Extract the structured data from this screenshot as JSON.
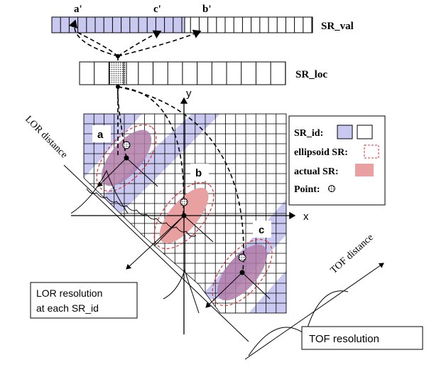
{
  "labels": {
    "a_prime": "a'",
    "c_prime": "c'",
    "b_prime": "b'",
    "sr_val": "SR_val",
    "sr_loc": "SR_loc",
    "axis_x": "x",
    "axis_y": "y",
    "point_a": "a",
    "point_b": "b",
    "point_c": "c",
    "lor_distance": "LOR distance",
    "tof_distance": "TOF distance",
    "lor_resolution_line1": "LOR resolution",
    "lor_resolution_line2": "at each SR_id",
    "tof_resolution": "TOF resolution"
  },
  "legend": {
    "sr_id": "SR_id:",
    "ellipsoid_sr": "ellipsoid  SR:",
    "actual_sr": "actual SR:",
    "point": "Point:"
  },
  "colors": {
    "sr_id_blue": "#c8c8f0",
    "actual_sr_red": "#e8a0a0",
    "overlap_purple": "#b07ca8",
    "ellipse_dash": "#e03030",
    "line": "#000000"
  }
}
